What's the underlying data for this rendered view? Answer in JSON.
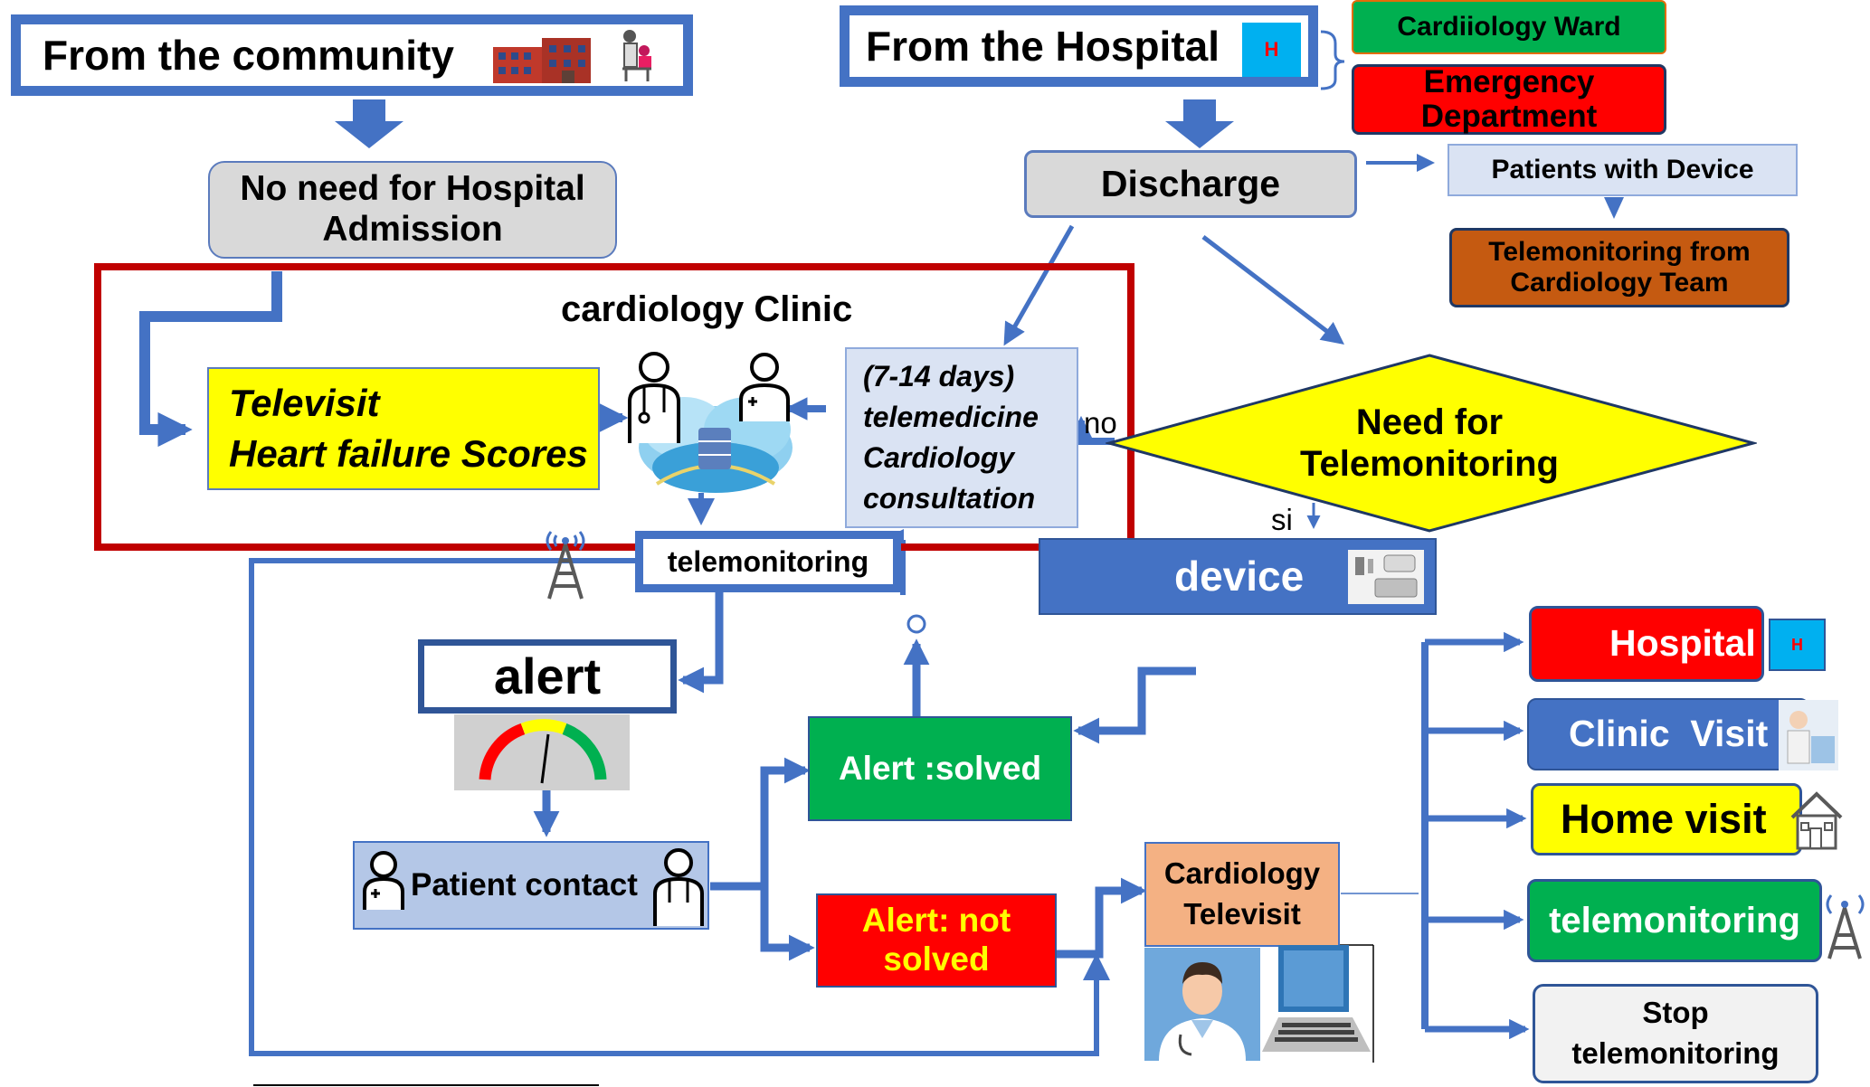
{
  "community": {
    "title": "From the community"
  },
  "hospital_origin": {
    "title": "From the Hospital",
    "badge": "H"
  },
  "wards": {
    "cardiology_ward": "Cardiiology Ward",
    "emergency": "Emergency Department"
  },
  "no_admission": {
    "text": "No need for Hospital Admission"
  },
  "discharge": {
    "text": "Discharge"
  },
  "patients_device": {
    "text": "Patients with Device"
  },
  "telemonitoring_team": {
    "text": "Telemonitoring from Cardiology Team"
  },
  "clinic": {
    "title": "cardiology Clinic",
    "televisit_line1": "Televisit",
    "televisit_line2": "Heart failure Scores",
    "consult_line1": "(7-14 days)",
    "consult_line2": "telemedicine",
    "consult_line3": "Cardiology",
    "consult_line4": "consultation"
  },
  "decision": {
    "text": "Need for Telemonitoring",
    "no": "no",
    "yes": "si"
  },
  "device": {
    "text": "device"
  },
  "telemonitoring_box": {
    "text": "telemonitoring"
  },
  "alert": {
    "text": "alert"
  },
  "patient_contact": {
    "text": "Patient contact"
  },
  "alert_solved": {
    "text": "Alert :solved"
  },
  "alert_not_solved": {
    "text": "Alert: not solved"
  },
  "cardiology_televisit": {
    "text": "Cardiology Televisit"
  },
  "outcomes": {
    "hospital": "Hospital",
    "hospital_badge": "H",
    "clinic_visit": "Clinic  Visit",
    "home_visit": "Home visit",
    "telemonitoring": "telemonitoring",
    "stop": "Stop telemonitoring"
  },
  "colors": {
    "blue_arrow": "#4472c4",
    "dark_red": "#c00000",
    "green": "#00b050",
    "red": "#ff0000",
    "yellow": "#ffff00",
    "orange": "#c55a11",
    "salmon": "#f4b183",
    "light_blue": "#dae3f3",
    "gray": "#d9d9d9"
  }
}
